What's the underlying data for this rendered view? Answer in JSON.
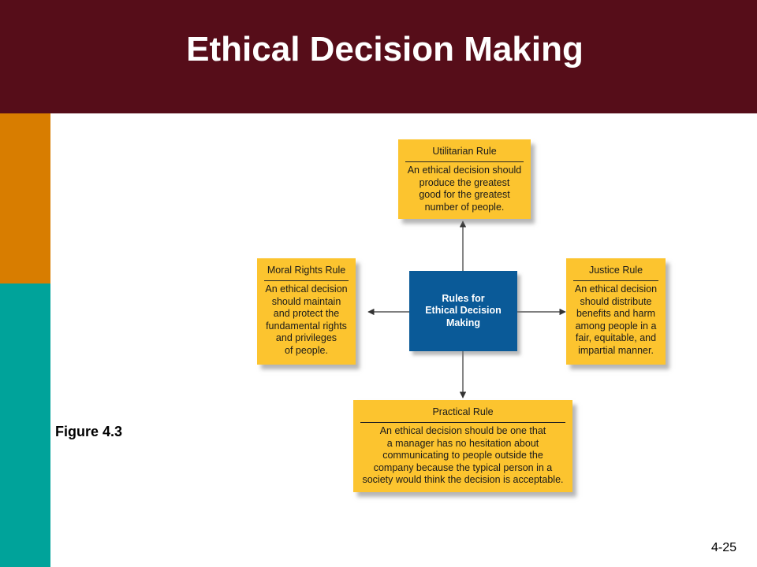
{
  "slide": {
    "title": "Ethical Decision Making",
    "figure_label": "Figure 4.3",
    "page_number": "4-25"
  },
  "diagram": {
    "center": {
      "label": "Rules for\nEthical Decision\nMaking"
    },
    "top": {
      "title": "Utilitarian Rule",
      "body": "An ethical decision should\nproduce the greatest\ngood for the greatest\nnumber of people."
    },
    "left": {
      "title": "Moral Rights Rule",
      "body": "An ethical decision\nshould maintain\nand protect the\nfundamental rights\nand privileges\nof people."
    },
    "right": {
      "title": "Justice Rule",
      "body": "An ethical decision\nshould distribute\nbenefits and harm\namong people in a\nfair, equitable, and\nimpartial manner."
    },
    "bottom": {
      "title": "Practical Rule",
      "body": "An ethical decision should be one that\na manager has no hesitation about\ncommunicating to people outside the\ncompany because the typical person in a\nsociety would think the decision is acceptable."
    }
  },
  "colors": {
    "title_bar": "#560d19",
    "accent_orange": "#d87d00",
    "accent_teal": "#00a39a",
    "rule_box": "#fcc42f",
    "center_box": "#0a5a98"
  }
}
